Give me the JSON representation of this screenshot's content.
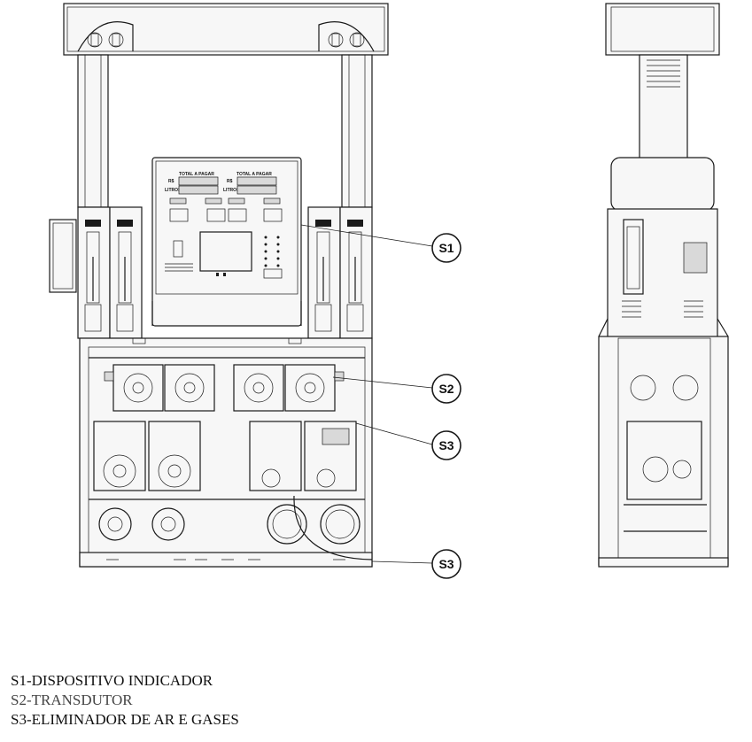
{
  "display_panel": {
    "total_label_left": "TOTAL A PAGAR",
    "total_label_right": "TOTAL A PAGAR",
    "currency_left": "R$",
    "currency_right": "R$",
    "litros_left": "LITROS",
    "litros_right": "LITROS"
  },
  "callouts": [
    {
      "id": "s1",
      "label": "S1"
    },
    {
      "id": "s2",
      "label": "S2"
    },
    {
      "id": "s3a",
      "label": "S3"
    },
    {
      "id": "s3b",
      "label": "S3"
    }
  ],
  "legend": [
    {
      "text": "S1-DISPOSITIVO INDICADOR"
    },
    {
      "text": "S2-TRANSDUTOR"
    },
    {
      "text": "S3-ELIMINADOR DE AR E GASES"
    }
  ]
}
